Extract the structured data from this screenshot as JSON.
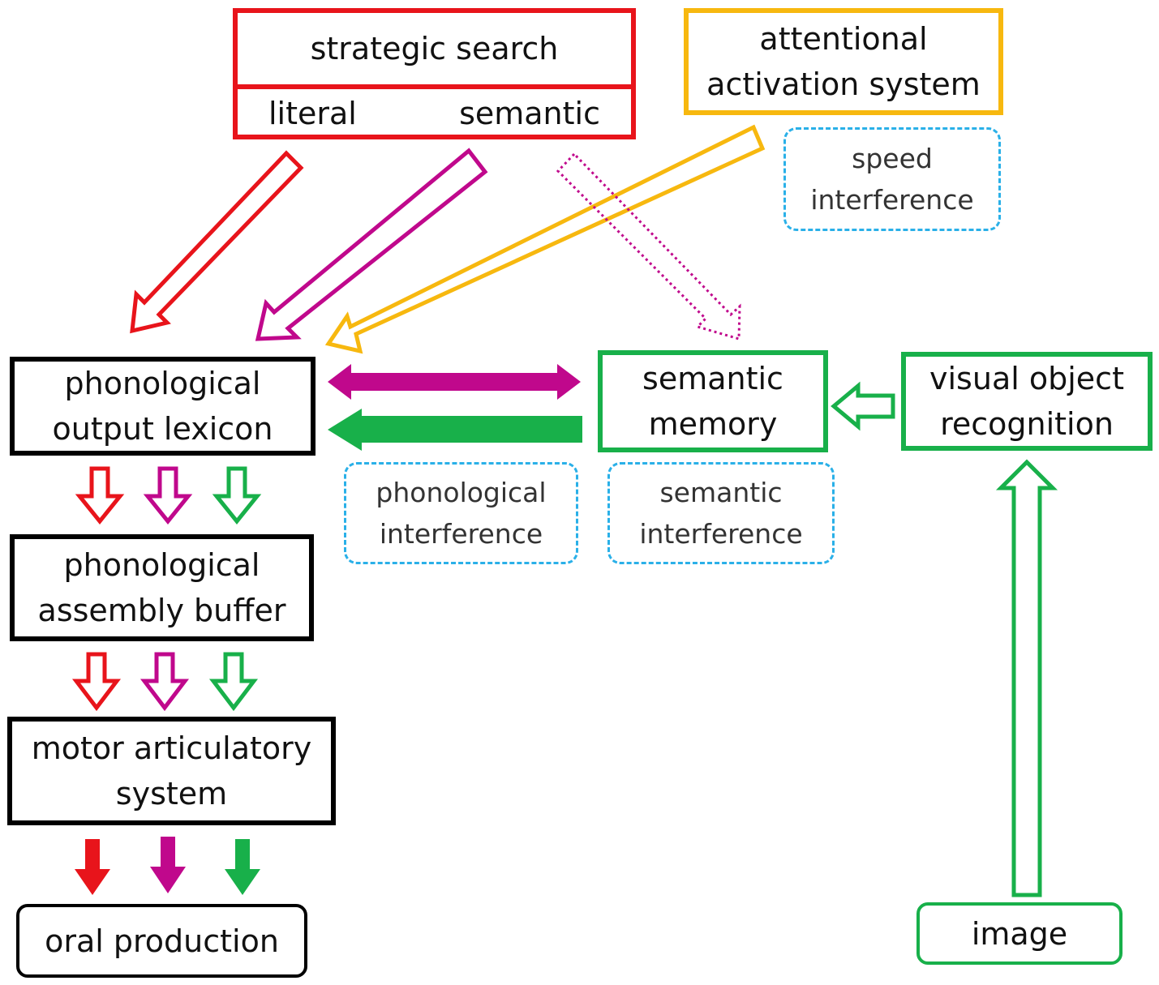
{
  "boxes": {
    "strategic_search": {
      "title": "strategic search",
      "left": "literal",
      "right": "semantic"
    },
    "attentional": {
      "line1": "attentional",
      "line2": "activation system"
    },
    "phon_output": {
      "line1": "phonological",
      "line2": "output lexicon"
    },
    "semantic_memory": {
      "line1": "semantic",
      "line2": "memory"
    },
    "visual_object": {
      "line1": "visual object",
      "line2": "recognition"
    },
    "phon_assembly": {
      "line1": "phonological",
      "line2": "assembly buffer"
    },
    "motor": {
      "line1": "motor articulatory",
      "line2": "system"
    },
    "oral": {
      "label": "oral production"
    },
    "image": {
      "label": "image"
    }
  },
  "notes": {
    "speed": {
      "line1": "speed",
      "line2": "interference"
    },
    "phonological": {
      "line1": "phonological",
      "line2": "interference"
    },
    "semantic": {
      "line1": "semantic",
      "line2": "interference"
    }
  },
  "colors": {
    "literal": "#e8141b",
    "semantic": "#c0088c",
    "visual": "#18b04a",
    "attention": "#f7b80f",
    "interference": "#2ab0e8",
    "neutral": "#000000"
  }
}
